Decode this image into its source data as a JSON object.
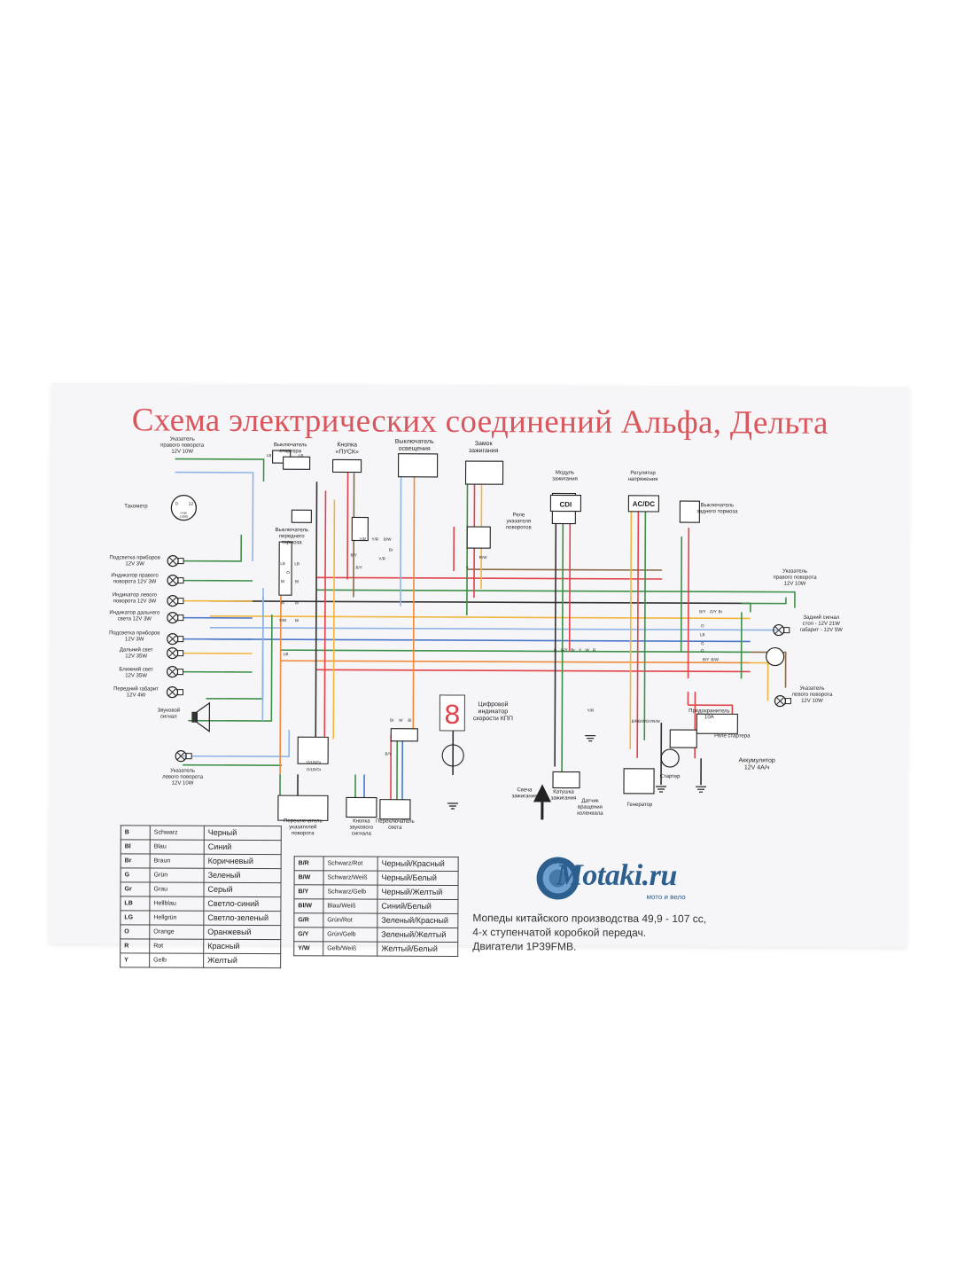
{
  "title": "Схема электрических соединений Альфа, Дельта",
  "components": {
    "right_turn_front": [
      "Указатель",
      "правого поворота",
      "12V 10W"
    ],
    "tachometer": "Тахометр",
    "tacho_face": [
      "0",
      "12",
      "r/min",
      "x1000"
    ],
    "dash_light_1": [
      "Подсветка приборов",
      "12V 3W"
    ],
    "right_turn_ind": [
      "Индикатор правого",
      "поворота 12V 3W"
    ],
    "left_turn_ind": [
      "Индикатор левого",
      "поворота 12V 3W"
    ],
    "high_beam_ind": [
      "Индикатор дальнего",
      "света 12V 3W"
    ],
    "dash_light_2": [
      "Подсветка приборов",
      "12V 3W"
    ],
    "high_beam": [
      "Дальний свет",
      "12V 35W"
    ],
    "low_beam": [
      "Ближний свет",
      "12V 35W"
    ],
    "front_parking": [
      "Передний габарит",
      "12V 4W"
    ],
    "horn": [
      "Звуковой",
      "сигнал"
    ],
    "left_turn_front": [
      "Указатель",
      "левого поворота",
      "12V 10W"
    ],
    "starter_switch": [
      "Выключатель",
      "стартера"
    ],
    "start_button": [
      "Кнопка",
      "«ПУСК»"
    ],
    "light_switch": [
      "Выключатель",
      "освещения"
    ],
    "ignition_lock": [
      "Замок",
      "зажигания"
    ],
    "front_brake": [
      "Выключатель",
      "переднего",
      "тормоза"
    ],
    "turn_relay": [
      "Реле",
      "указателя",
      "поворотов"
    ],
    "cdi_module": [
      "Модуль",
      "зажигания"
    ],
    "cdi_label": "CDI",
    "regulator": [
      "Регулятор",
      "напряжения"
    ],
    "regulator_label": "AC/DC",
    "rear_brake": [
      "Выключатель",
      "заднего тормоза"
    ],
    "right_turn_rear": [
      "Указатель",
      "правого поворота",
      "12V 10W"
    ],
    "tail_light": [
      "Задний сигнал",
      "стоп  -  12V 21W",
      "габарит - 12V 5W"
    ],
    "left_turn_rear": [
      "Указатель",
      "левого поворота",
      "12V 10W"
    ],
    "gear_indicator": [
      "Цифровой",
      "индикатор",
      "скорости КПП"
    ],
    "gear_digit": "8",
    "fuse": [
      "Предохранитель",
      "10A"
    ],
    "starter_relay": "Реле стартера",
    "battery": [
      "Аккумулятор",
      "12V 4A/ч"
    ],
    "starter": "Стартер",
    "generator": "Генератор",
    "spark_plug": [
      "Свеча",
      "зажигания"
    ],
    "ignition_coil": [
      "Катушка",
      "зажигания"
    ],
    "crank_sensor": [
      "Датчик",
      "вращения",
      "коленвала"
    ],
    "turn_switch": [
      "Переключатель",
      "указателей",
      "поворота"
    ],
    "horn_button": [
      "Кнопка",
      "звукового",
      "сигнала"
    ],
    "light_toggle": [
      "Переключатель",
      "света"
    ]
  },
  "wire_tags": [
    "LB",
    "LB",
    "B/Y",
    "B/Y",
    "Y/R",
    "Y/R",
    "B/W",
    "Br",
    "Y/R",
    "R/W",
    "Y",
    "LB",
    "LB",
    "O",
    "Bl",
    "Bl",
    "Bl",
    "Bl",
    "Y/W",
    "W",
    "LB",
    "O/LB/Gr",
    "O/LB/Gr",
    "Br",
    "W",
    "Bl",
    "B/Y",
    "B",
    "G/Y",
    "Br",
    "Y",
    "W",
    "R",
    "B/Y",
    "G/Y",
    "Br",
    "O",
    "LB",
    "G",
    "O",
    "B/Y",
    "B/W",
    "Y/R",
    "B/R",
    "B/W",
    "G/Y",
    "R/W"
  ],
  "color_legend": [
    {
      "code": "B",
      "de": "Schwarz",
      "ru": "Черный"
    },
    {
      "code": "Bl",
      "de": "Blau",
      "ru": "Синий"
    },
    {
      "code": "Br",
      "de": "Braun",
      "ru": "Коричневый"
    },
    {
      "code": "G",
      "de": "Grün",
      "ru": "Зеленый"
    },
    {
      "code": "Gr",
      "de": "Grau",
      "ru": "Серый"
    },
    {
      "code": "LB",
      "de": "Hellblau",
      "ru": "Светло-синий"
    },
    {
      "code": "LG",
      "de": "Hellgrün",
      "ru": "Светло-зеленый"
    },
    {
      "code": "O",
      "de": "Orange",
      "ru": "Оранжевый"
    },
    {
      "code": "R",
      "de": "Rot",
      "ru": "Красный"
    },
    {
      "code": "Y",
      "de": "Gelb",
      "ru": "Желтый"
    }
  ],
  "combo_legend": [
    {
      "code": "B/R",
      "de": "Schwarz/Rot",
      "ru": "Черный/Красный"
    },
    {
      "code": "B/W",
      "de": "Schwarz/Weiß",
      "ru": "Черный/Белый"
    },
    {
      "code": "B/Y",
      "de": "Schwarz/Gelb",
      "ru": "Черный/Желтый"
    },
    {
      "code": "Bl/W",
      "de": "Blau/Weiß",
      "ru": "Синий/Белый"
    },
    {
      "code": "G/R",
      "de": "Grün/Rot",
      "ru": "Зеленый/Красный"
    },
    {
      "code": "G/Y",
      "de": "Grün/Gelb",
      "ru": "Зеленый/Желтый"
    },
    {
      "code": "Y/W",
      "de": "Gelb/Weiß",
      "ru": "Желтый/Белый"
    }
  ],
  "logo": {
    "name": "Motaki.ru",
    "tagline": "мото и вело"
  },
  "description": [
    "Мопеды китайского производства 49,9 - 107 сс,",
    "4-х ступенчатой коробкой передач.",
    "Двигатели 1P39FMB."
  ],
  "colors": {
    "title": "#d9565c",
    "red": "#e0434a",
    "yellow": "#f2b640",
    "green": "#3f8f4a",
    "blue": "#4a78c8",
    "lightblue": "#8fb4e6",
    "black": "#333333",
    "brown": "#8a6a4a",
    "orange": "#f08a3c"
  }
}
